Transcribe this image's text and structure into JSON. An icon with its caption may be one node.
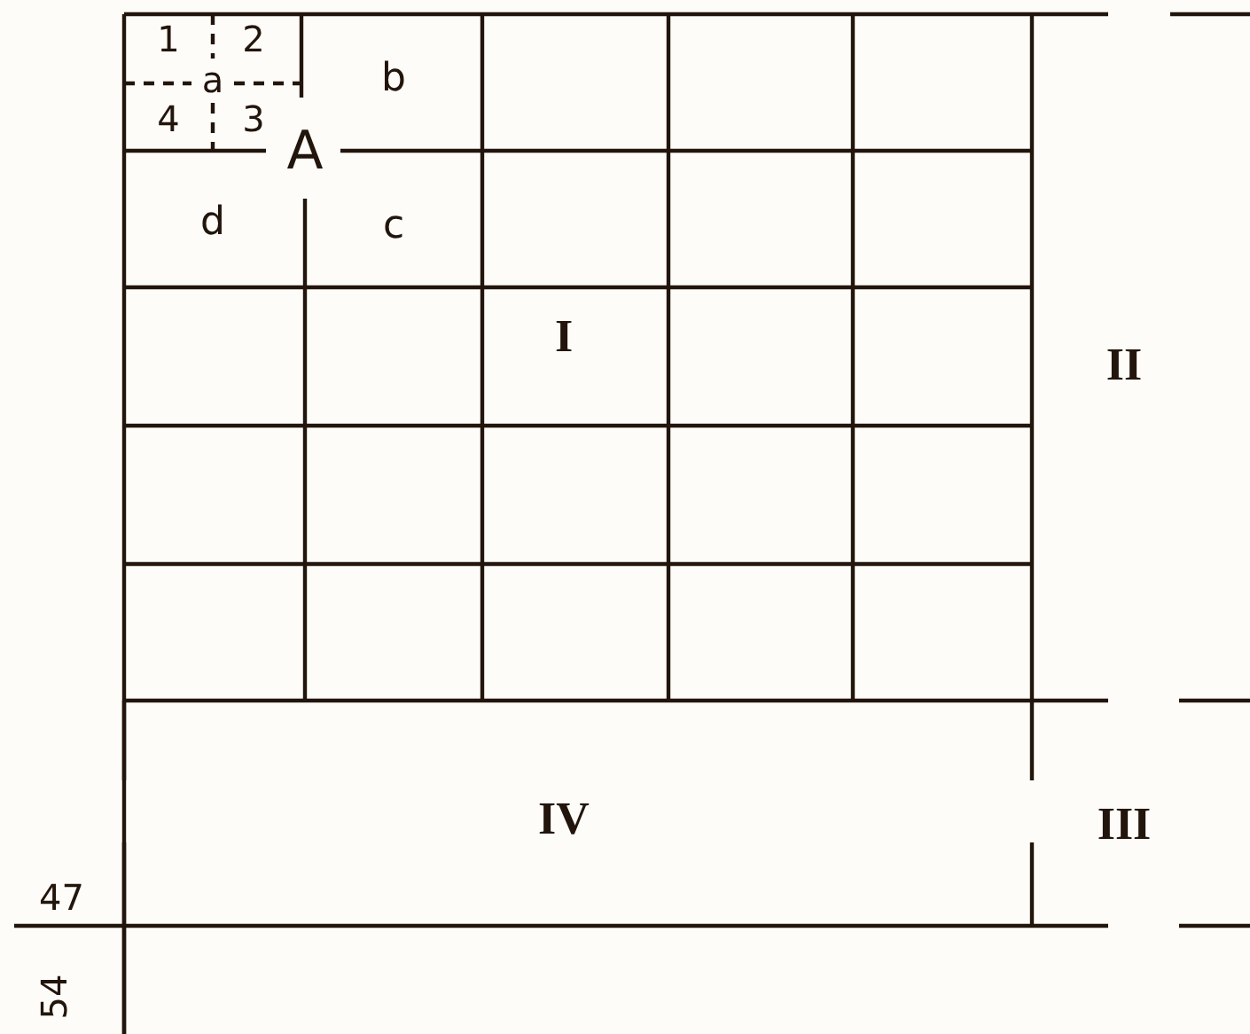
{
  "diagram": {
    "nodes": [
      {
        "text": [
          "I"
        ]
      },
      {
        "text": [
          "A"
        ],
        "in": 0
      },
      {
        "text": [
          "a"
        ],
        "in": 1
      },
      {
        "text": [
          "1"
        ],
        "in": 2
      },
      {
        "text": [
          "2"
        ],
        "in": 2
      },
      {
        "text": [
          "4"
        ],
        "in": 2
      },
      {
        "text": [
          "3"
        ],
        "in": 2
      },
      {
        "text": [
          "b"
        ],
        "in": 1
      },
      {
        "text": [
          "d"
        ],
        "in": 1
      },
      {
        "text": [
          "c"
        ],
        "in": 1
      },
      {
        "text": [
          "II"
        ]
      },
      {
        "text": [
          "IV"
        ]
      },
      {
        "text": [
          "III"
        ]
      }
    ],
    "labels": [
      "47",
      "54"
    ]
  }
}
